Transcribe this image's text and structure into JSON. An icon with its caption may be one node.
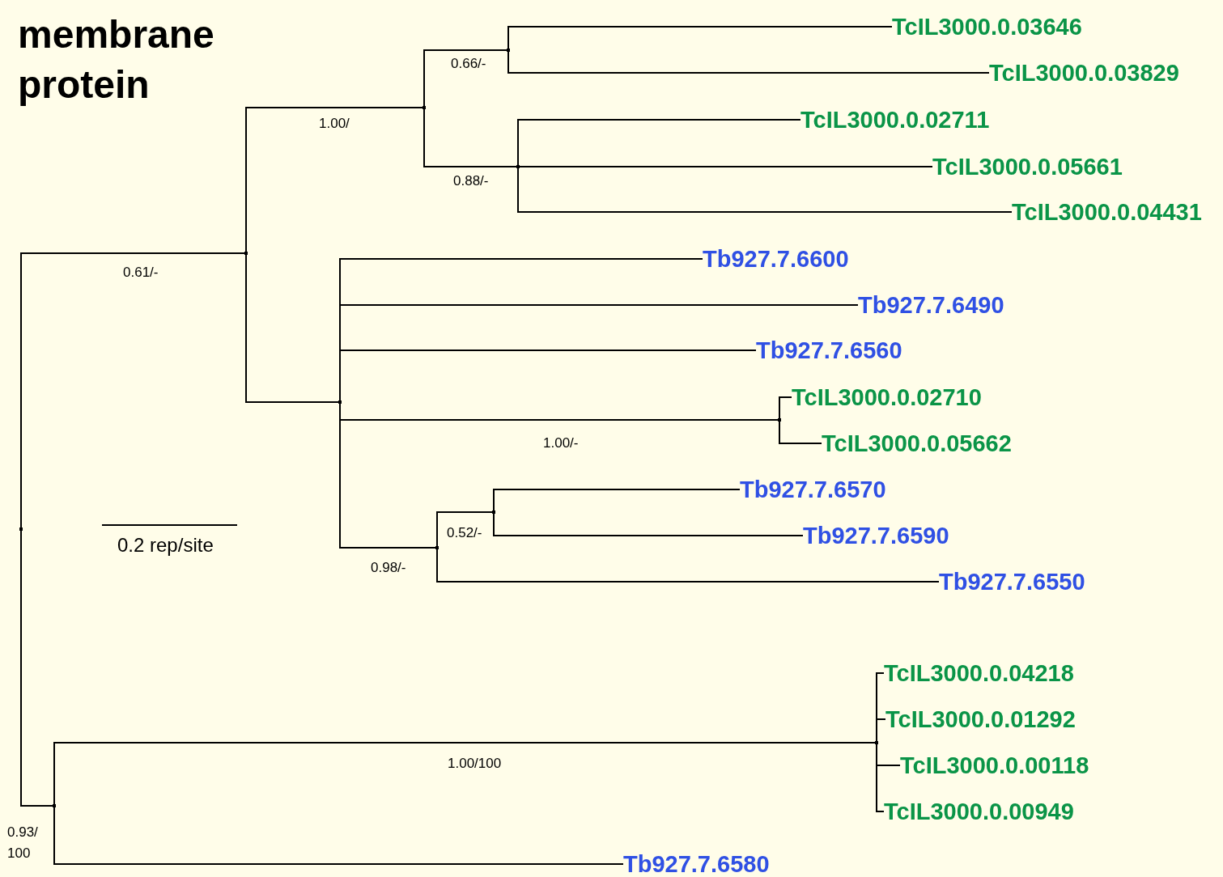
{
  "diagram": {
    "title": "membrane protein",
    "nodes": [
      {
        "text": [
          "TcIL3000.0.03646"
        ]
      },
      {
        "text": [
          "TcIL3000.0.03829"
        ]
      },
      {
        "text": [
          "TcIL3000.0.02711"
        ]
      },
      {
        "text": [
          "TcIL3000.0.05661"
        ]
      },
      {
        "text": [
          "TcIL3000.0.04431"
        ]
      },
      {
        "text": [
          "Tb927.7.6600"
        ]
      },
      {
        "text": [
          "Tb927.7.6490"
        ]
      },
      {
        "text": [
          "Tb927.7.6560"
        ]
      },
      {
        "text": [
          "TcIL3000.0.02710"
        ]
      },
      {
        "text": [
          "TcIL3000.0.05662"
        ]
      },
      {
        "text": [
          "Tb927.7.6570"
        ]
      },
      {
        "text": [
          "Tb927.7.6590"
        ]
      },
      {
        "text": [
          "Tb927.7.6550"
        ]
      },
      {
        "text": [
          "TcIL3000.0.04218"
        ]
      },
      {
        "text": [
          "TcIL3000.0.01292"
        ]
      },
      {
        "text": [
          "TcIL3000.0.00118"
        ]
      },
      {
        "text": [
          "TcIL3000.0.00949"
        ]
      },
      {
        "text": [
          "Tb927.7.6580"
        ]
      },
      {
        "text": [],
        "shape": "point"
      },
      {
        "text": [],
        "shape": "point"
      },
      {
        "text": [],
        "shape": "point"
      },
      {
        "text": [],
        "shape": "point"
      },
      {
        "text": [],
        "shape": "point"
      },
      {
        "text": [],
        "shape": "point"
      },
      {
        "text": [],
        "shape": "point"
      },
      {
        "text": [],
        "shape": "point"
      },
      {
        "text": [],
        "shape": "point"
      },
      {
        "text": [],
        "shape": "point"
      },
      {
        "text": [],
        "shape": "point"
      }
    ],
    "edges": [
      {
        "from": 18,
        "to": 19,
        "arrow": "none",
        "label": "0.61/-"
      },
      {
        "from": 18,
        "to": 27,
        "arrow": "none",
        "label": "0.93/ 100"
      },
      {
        "from": 19,
        "to": 20,
        "arrow": "none",
        "label": "1.00/"
      },
      {
        "from": 19,
        "to": 23,
        "arrow": "none"
      },
      {
        "from": 20,
        "to": 21,
        "arrow": "none",
        "label": "0.66/-"
      },
      {
        "from": 20,
        "to": 22,
        "arrow": "none",
        "label": "0.88/-"
      },
      {
        "from": 21,
        "to": 0,
        "arrow": "none"
      },
      {
        "from": 21,
        "to": 1,
        "arrow": "none"
      },
      {
        "from": 22,
        "to": 2,
        "arrow": "none"
      },
      {
        "from": 22,
        "to": 3,
        "arrow": "none"
      },
      {
        "from": 22,
        "to": 4,
        "arrow": "none"
      },
      {
        "from": 23,
        "to": 5,
        "arrow": "none"
      },
      {
        "from": 23,
        "to": 6,
        "arrow": "none"
      },
      {
        "from": 23,
        "to": 7,
        "arrow": "none"
      },
      {
        "from": 23,
        "to": 24,
        "arrow": "none",
        "label": "1.00/-"
      },
      {
        "from": 23,
        "to": 25,
        "arrow": "none",
        "label": "0.98/-"
      },
      {
        "from": 24,
        "to": 8,
        "arrow": "none"
      },
      {
        "from": 24,
        "to": 9,
        "arrow": "none"
      },
      {
        "from": 25,
        "to": 26,
        "arrow": "none",
        "label": "0.52/-"
      },
      {
        "from": 25,
        "to": 12,
        "arrow": "none"
      },
      {
        "from": 26,
        "to": 10,
        "arrow": "none"
      },
      {
        "from": 26,
        "to": 11,
        "arrow": "none"
      },
      {
        "from": 27,
        "to": 28,
        "arrow": "none",
        "label": "1.00/100"
      },
      {
        "from": 27,
        "to": 17,
        "arrow": "none"
      },
      {
        "from": 28,
        "to": 13,
        "arrow": "none"
      },
      {
        "from": 28,
        "to": 14,
        "arrow": "none"
      },
      {
        "from": 28,
        "to": 15,
        "arrow": "none"
      },
      {
        "from": 28,
        "to": 16,
        "arrow": "none"
      }
    ],
    "labels": [
      "0.2 rep/site"
    ]
  }
}
